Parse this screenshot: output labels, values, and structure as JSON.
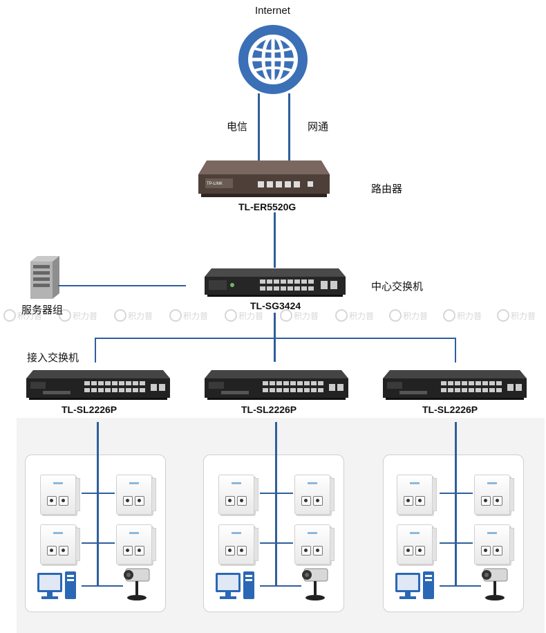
{
  "internet": {
    "label": "Internet"
  },
  "isp": {
    "telecom": "电信",
    "netcom": "网通"
  },
  "router": {
    "model": "TL-ER5520G",
    "role": "路由器",
    "brand_text": "TP-LINK"
  },
  "core_switch": {
    "model": "TL-SG3424",
    "role": "中心交换机"
  },
  "server_group": {
    "label": "服务器组"
  },
  "access_label": "接入交换机",
  "access_switches": [
    {
      "model": "TL-SL2226P"
    },
    {
      "model": "TL-SL2226P"
    },
    {
      "model": "TL-SL2226P"
    }
  ],
  "watermark": {
    "text": "积力普",
    "count": 10
  },
  "colors": {
    "link": "#2e5f9a",
    "globe": "#3b6fb6",
    "device_dark": "#2b2b2b",
    "router_body": "#5a4a43",
    "pc_blue": "#2a67b5"
  },
  "icons": [
    "globe-icon",
    "router-icon",
    "server-icon",
    "switch-icon",
    "wall-ap-icon",
    "pc-icon",
    "ip-camera-icon"
  ]
}
